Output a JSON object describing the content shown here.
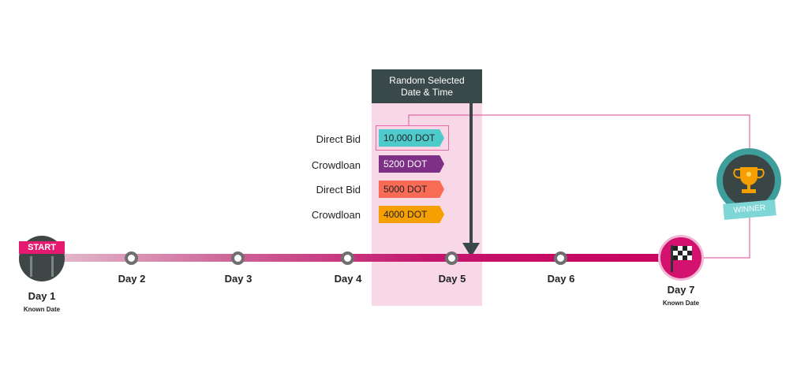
{
  "random_box": {
    "line1": "Random Selected",
    "line2": "Date & Time"
  },
  "days": [
    {
      "label": "Day 1",
      "sub": "Known Date"
    },
    {
      "label": "Day 2"
    },
    {
      "label": "Day 3"
    },
    {
      "label": "Day 4"
    },
    {
      "label": "Day 5"
    },
    {
      "label": "Day 6"
    },
    {
      "label": "Day 7",
      "sub": "Known Date"
    }
  ],
  "bids": [
    {
      "label": "Direct Bid",
      "amount": "10,000 DOT",
      "color": "#4ecaca"
    },
    {
      "label": "Crowdloan",
      "amount": "5200 DOT",
      "color": "#7e2f86"
    },
    {
      "label": "Direct Bid",
      "amount": "5000 DOT",
      "color": "#f96b55"
    },
    {
      "label": "Crowdloan",
      "amount": "4000 DOT",
      "color": "#f5a000"
    }
  ],
  "start_badge": {
    "text": "START"
  },
  "winner": {
    "text": "WINNER"
  },
  "colors": {
    "highlight": "#f8d7e6",
    "random_box": "#394848",
    "timeline_end": "#c8005f",
    "connector": "#e36aa6"
  },
  "icons": [
    "start-flag-icon",
    "checkered-flag-icon",
    "trophy-icon"
  ]
}
